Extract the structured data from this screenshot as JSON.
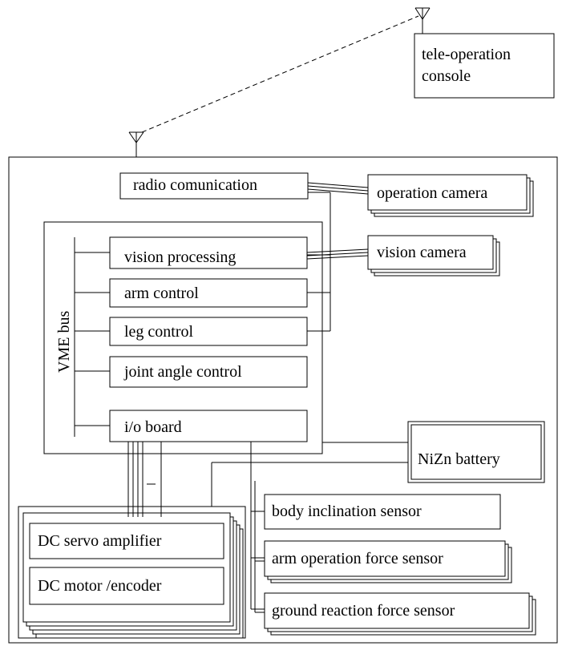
{
  "diagram": {
    "console": {
      "line1": "tele-operation",
      "line2": "console"
    },
    "radio": "radio comunication",
    "operation_camera": "operation camera",
    "vision_processing": "vision processing",
    "vision_camera": "vision camera",
    "arm_control": "arm control",
    "leg_control": "leg control",
    "joint_angle_control": "joint angle control",
    "io_board": "i/o board",
    "vme_bus": "VME bus",
    "battery": "NiZn battery",
    "body_sensor": "body inclination sensor",
    "arm_force_sensor": "arm operation force sensor",
    "ground_force_sensor": "ground reaction force sensor",
    "servo_amp": "DC servo amplifier",
    "motor_encoder": "DC motor /encoder"
  }
}
